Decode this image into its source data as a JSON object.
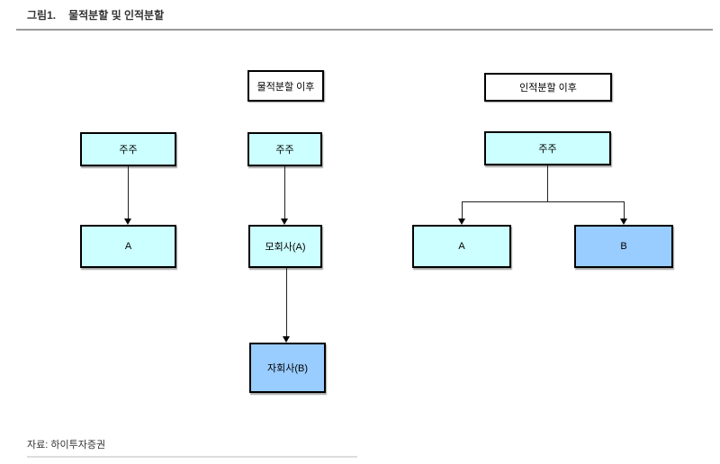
{
  "header": {
    "figure_no": "그림1.",
    "title": "물적분할 및 인적분할"
  },
  "footer": {
    "source": "자료: 하이투자증권"
  },
  "diagram": {
    "type": "flowchart",
    "description": "Shareholder/company structure before a split, after a physical spin-off (물적분할), and after an equity spin-off (인적분할)",
    "colors": {
      "node_fill_cyan": "#ccffff",
      "node_fill_blue": "#99ccff",
      "node_border": "#000000",
      "line": "#222222"
    },
    "columns": [
      {
        "id": "before-split",
        "header": "",
        "nodes": [
          {
            "id": "shareholders",
            "label": "주주",
            "fill": "cyan"
          },
          {
            "id": "company-a",
            "label": "A",
            "fill": "cyan"
          }
        ],
        "edges": [
          {
            "from": "shareholders",
            "to": "company-a",
            "type": "arrow-down"
          }
        ]
      },
      {
        "id": "physical-split",
        "header": "물적분할 이후",
        "nodes": [
          {
            "id": "shareholders",
            "label": "주주",
            "fill": "cyan"
          },
          {
            "id": "parent-a",
            "label": "모회사(A)",
            "fill": "cyan"
          },
          {
            "id": "subsidiary-b",
            "label": "자회사(B)",
            "fill": "blue"
          }
        ],
        "edges": [
          {
            "from": "shareholders",
            "to": "parent-a",
            "type": "arrow-down"
          },
          {
            "from": "parent-a",
            "to": "subsidiary-b",
            "type": "arrow-down"
          }
        ]
      },
      {
        "id": "equity-split",
        "header": "인적분할 이후",
        "nodes": [
          {
            "id": "shareholders",
            "label": "주주",
            "fill": "cyan"
          },
          {
            "id": "company-a",
            "label": "A",
            "fill": "cyan"
          },
          {
            "id": "company-b",
            "label": "B",
            "fill": "blue"
          }
        ],
        "edges": [
          {
            "from": "shareholders",
            "to": "company-a",
            "type": "arrow-branch"
          },
          {
            "from": "shareholders",
            "to": "company-b",
            "type": "arrow-branch"
          }
        ]
      }
    ]
  }
}
